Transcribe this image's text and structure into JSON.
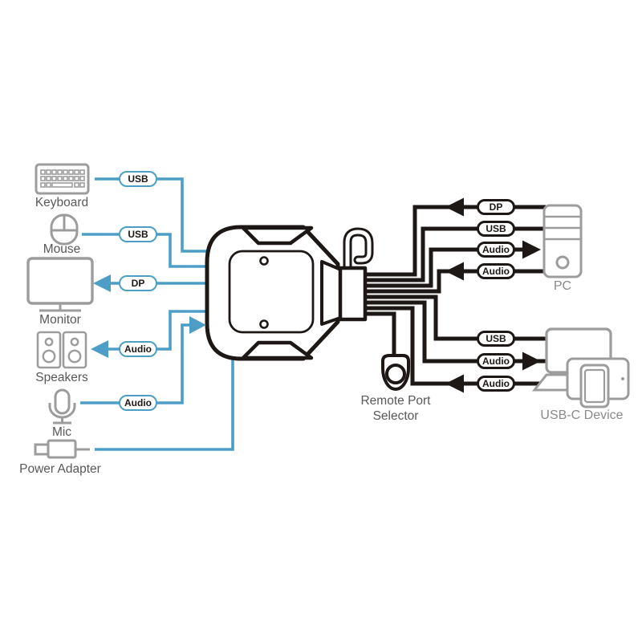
{
  "devices": {
    "keyboard": "Keyboard",
    "mouse": "Mouse",
    "monitor": "Monitor",
    "speakers": "Speakers",
    "mic": "Mic",
    "power_adapter": "Power Adapter",
    "pc": "PC",
    "usbc_device": "USB-C Device",
    "remote_selector": "Remote Port Selector"
  },
  "pills": {
    "left": [
      "USB",
      "USB",
      "DP",
      "Audio",
      "Audio"
    ],
    "pc": [
      "DP",
      "USB",
      "Audio",
      "Audio"
    ],
    "usbc": [
      "USB",
      "Audio",
      "Audio"
    ]
  },
  "colors": {
    "blue": "#4D9EC6",
    "line_black": "#1D1715",
    "icon_gray": "#9C9C9C",
    "label_dark": "#595757",
    "label_light": "#8A8A8A",
    "background": "#FFFFFF"
  }
}
